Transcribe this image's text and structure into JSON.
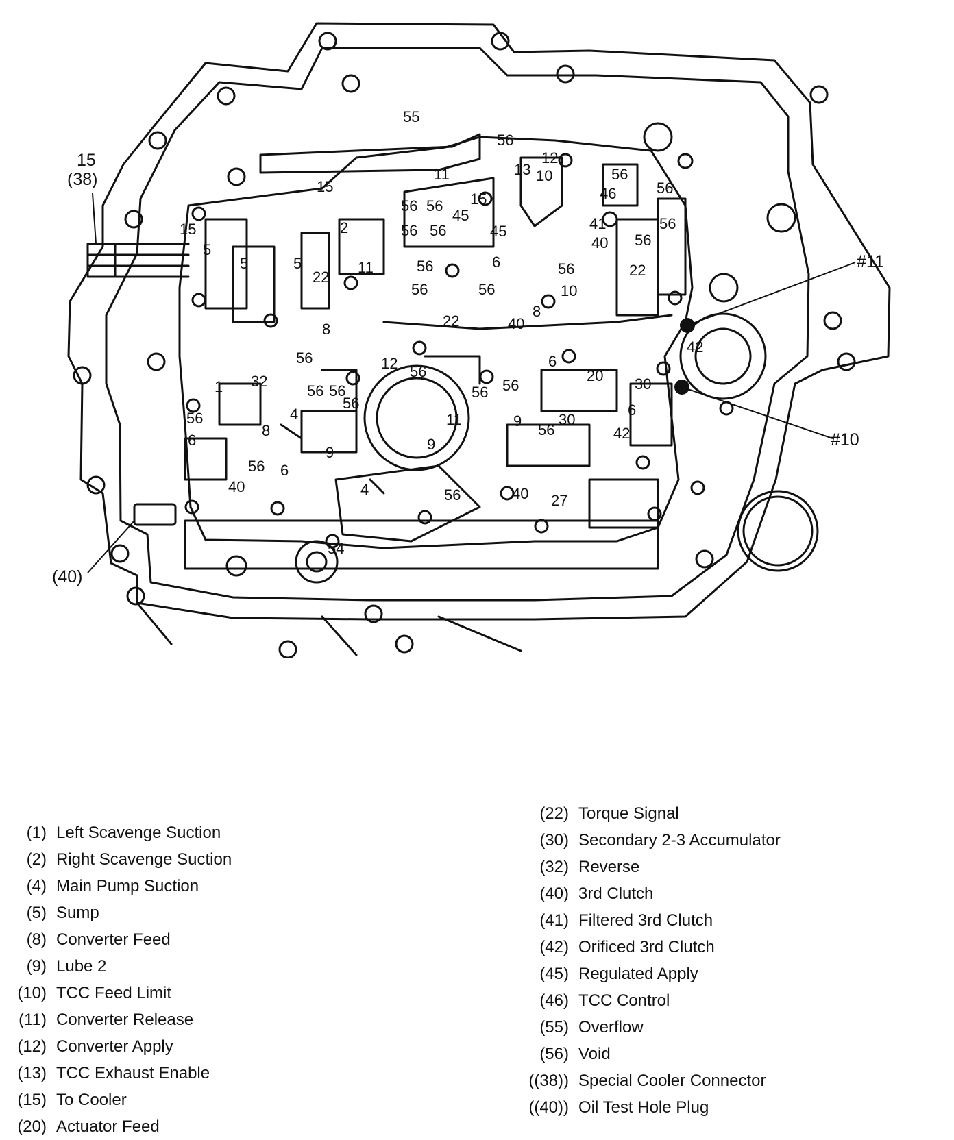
{
  "diagram": {
    "callouts": {
      "item15": "15",
      "item38": "(38)",
      "item40": "(40)",
      "check11": "#11",
      "check10": "#10"
    },
    "passage_labels": [
      "55",
      "56",
      "56",
      "56",
      "56",
      "56",
      "56",
      "56",
      "56",
      "56",
      "56",
      "56",
      "56",
      "56",
      "56",
      "56",
      "56",
      "56",
      "56",
      "56",
      "56",
      "56",
      "56",
      "56",
      "56",
      "2",
      "5",
      "5",
      "5",
      "15",
      "15",
      "15",
      "11",
      "11",
      "11",
      "12",
      "12",
      "13",
      "10",
      "10",
      "46",
      "41",
      "40",
      "40",
      "40",
      "40",
      "45",
      "45",
      "6",
      "6",
      "6",
      "6",
      "6",
      "22",
      "22",
      "22",
      "8",
      "8",
      "8",
      "4",
      "4",
      "1",
      "32",
      "9",
      "9",
      "9",
      "30",
      "30",
      "42",
      "42",
      "20",
      "27",
      "54"
    ]
  },
  "legend": {
    "left": [
      {
        "num": "(1)",
        "label": "Left Scavenge Suction"
      },
      {
        "num": "(2)",
        "label": "Right Scavenge Suction"
      },
      {
        "num": "(4)",
        "label": "Main Pump Suction"
      },
      {
        "num": "(5)",
        "label": "Sump"
      },
      {
        "num": "(8)",
        "label": "Converter Feed"
      },
      {
        "num": "(9)",
        "label": "Lube 2"
      },
      {
        "num": "(10)",
        "label": "TCC Feed Limit"
      },
      {
        "num": "(11)",
        "label": "Converter Release"
      },
      {
        "num": "(12)",
        "label": "Converter Apply"
      },
      {
        "num": "(13)",
        "label": "TCC Exhaust Enable"
      },
      {
        "num": "(15)",
        "label": "To Cooler"
      },
      {
        "num": "(20)",
        "label": "Actuator Feed"
      }
    ],
    "right": [
      {
        "num": "(22)",
        "label": "Torque Signal"
      },
      {
        "num": "(30)",
        "label": "Secondary 2-3 Accumulator"
      },
      {
        "num": "(32)",
        "label": "Reverse"
      },
      {
        "num": "(40)",
        "label": "3rd Clutch"
      },
      {
        "num": "(41)",
        "label": "Filtered 3rd Clutch"
      },
      {
        "num": "(42)",
        "label": "Orificed 3rd Clutch"
      },
      {
        "num": "(45)",
        "label": "Regulated Apply"
      },
      {
        "num": "(46)",
        "label": "TCC Control"
      },
      {
        "num": "(55)",
        "label": "Overflow"
      },
      {
        "num": "(56)",
        "label": "Void"
      },
      {
        "num": "((38))",
        "label": "Special Cooler Connector"
      },
      {
        "num": "((40))",
        "label": "Oil Test Hole Plug"
      }
    ]
  }
}
